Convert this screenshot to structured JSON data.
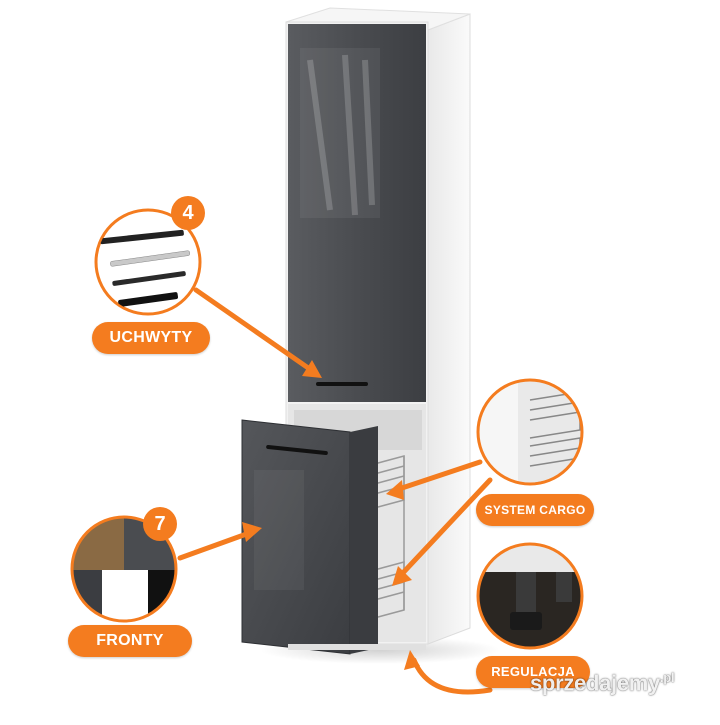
{
  "labels": {
    "handles": "UCHWYTY",
    "fronts": "FRONTY",
    "system_cargo": "SYSTEM CARGO",
    "adjustment": "REGULACJA"
  },
  "badges": {
    "handles_count": "4",
    "fronts_count": "7"
  },
  "watermark": {
    "text": "sprzedajemy",
    "tld": ".pl"
  },
  "colors": {
    "accent": "#f47c1f",
    "front_gray": "#4d4f52",
    "body_white": "#f3f3f3"
  }
}
